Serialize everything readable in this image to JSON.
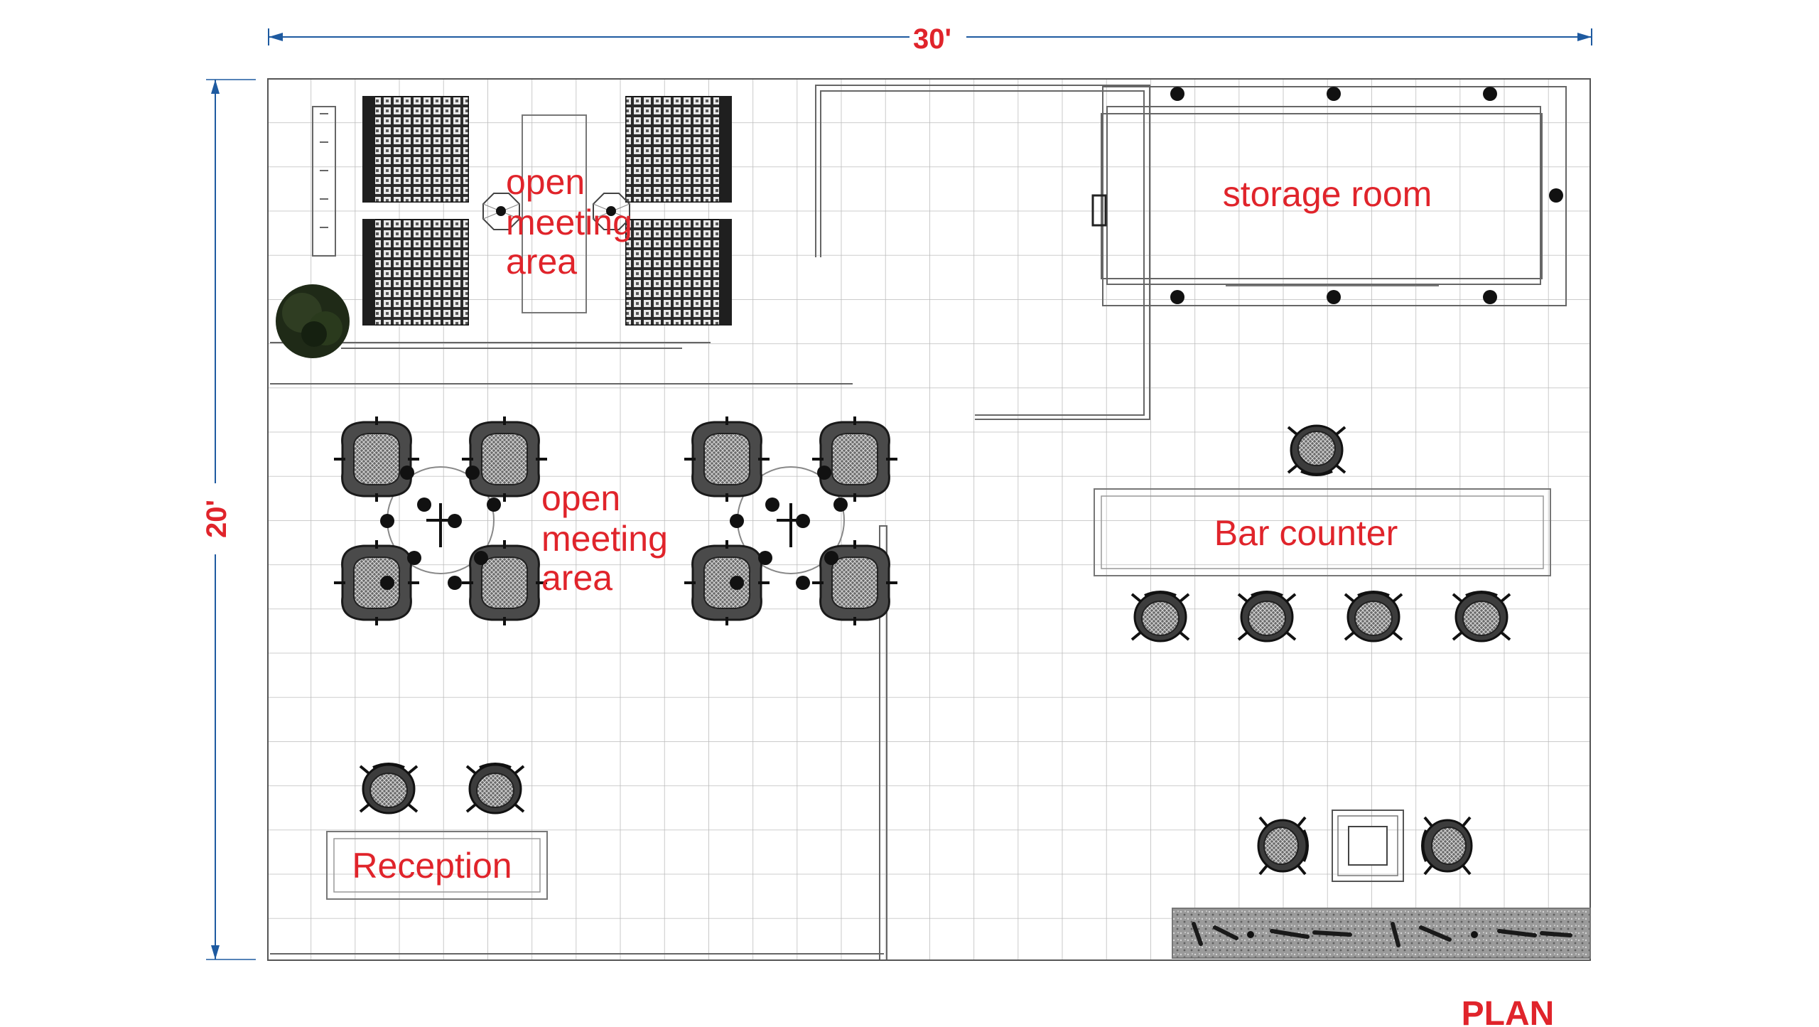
{
  "dimensions": {
    "width": "30'",
    "height": "20'"
  },
  "title": "PLAN",
  "labels": {
    "open_meeting_top": [
      "open",
      "meeting",
      "area"
    ],
    "open_meeting_middle": [
      "open",
      "meeting",
      "area"
    ],
    "storage_room": "storage room",
    "bar_counter": "Bar counter",
    "reception": "Reception"
  },
  "colors": {
    "accent": "#e0242b",
    "grid": "#b9b9b9",
    "furniture": "#3a3a3a",
    "dimension_line": "#1e5aa0"
  }
}
